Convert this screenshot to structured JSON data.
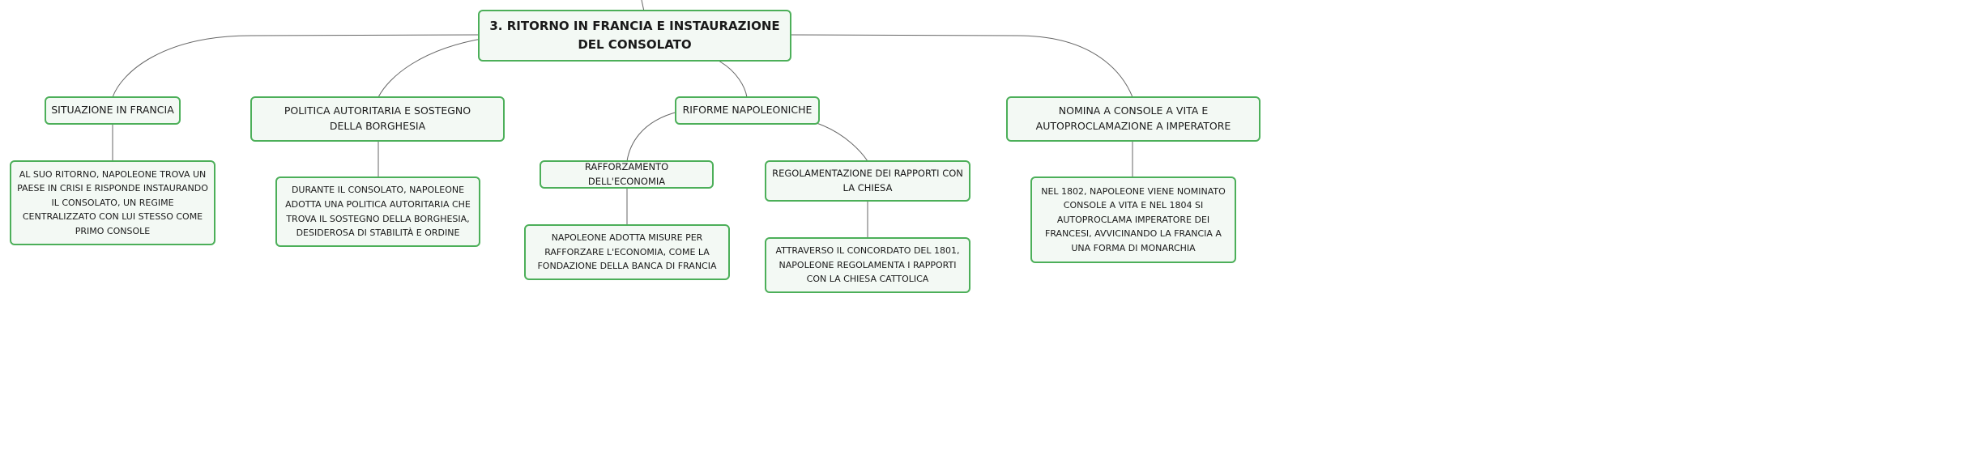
{
  "root": {
    "label": "3. RITORNO IN FRANCIA E INSTAURAZIONE DEL CONSOLATO"
  },
  "situazione": {
    "label": "SITUAZIONE IN FRANCIA",
    "detail": "AL SUO RITORNO, NAPOLEONE TROVA UN PAESE IN CRISI E RISPONDE INSTAURANDO IL CONSOLATO, UN REGIME CENTRALIZZATO CON LUI STESSO COME PRIMO CONSOLE"
  },
  "politica": {
    "label": "POLITICA AUTORITARIA E SOSTEGNO DELLA BORGHESIA",
    "detail": "DURANTE IL CONSOLATO, NAPOLEONE ADOTTA UNA POLITICA AUTORITARIA CHE TROVA IL SOSTEGNO DELLA BORGHESIA, DESIDEROSA DI STABILITÀ E ORDINE"
  },
  "riforme": {
    "label": "RIFORME NAPOLEONICHE",
    "economia": {
      "label": "RAFFORZAMENTO DELL'ECONOMIA",
      "detail": "NAPOLEONE ADOTTA MISURE PER RAFFORZARE L'ECONOMIA, COME LA FONDAZIONE DELLA BANCA DI FRANCIA"
    },
    "chiesa": {
      "label": "REGOLAMENTAZIONE DEI RAPPORTI CON LA CHIESA",
      "detail": "ATTRAVERSO IL CONCORDATO DEL 1801, NAPOLEONE REGOLAMENTA I RAPPORTI CON LA CHIESA CATTOLICA"
    }
  },
  "nomina": {
    "label": "NOMINA A CONSOLE A VITA E AUTOPROCLAMAZIONE A IMPERATORE",
    "detail": "NEL 1802, NAPOLEONE VIENE NOMINATO CONSOLE A VITA E NEL 1804 SI AUTOPROCLAMA IMPERATORE DEI FRANCESI, AVVICINANDO LA FRANCIA A UNA FORMA DI MONARCHIA"
  }
}
